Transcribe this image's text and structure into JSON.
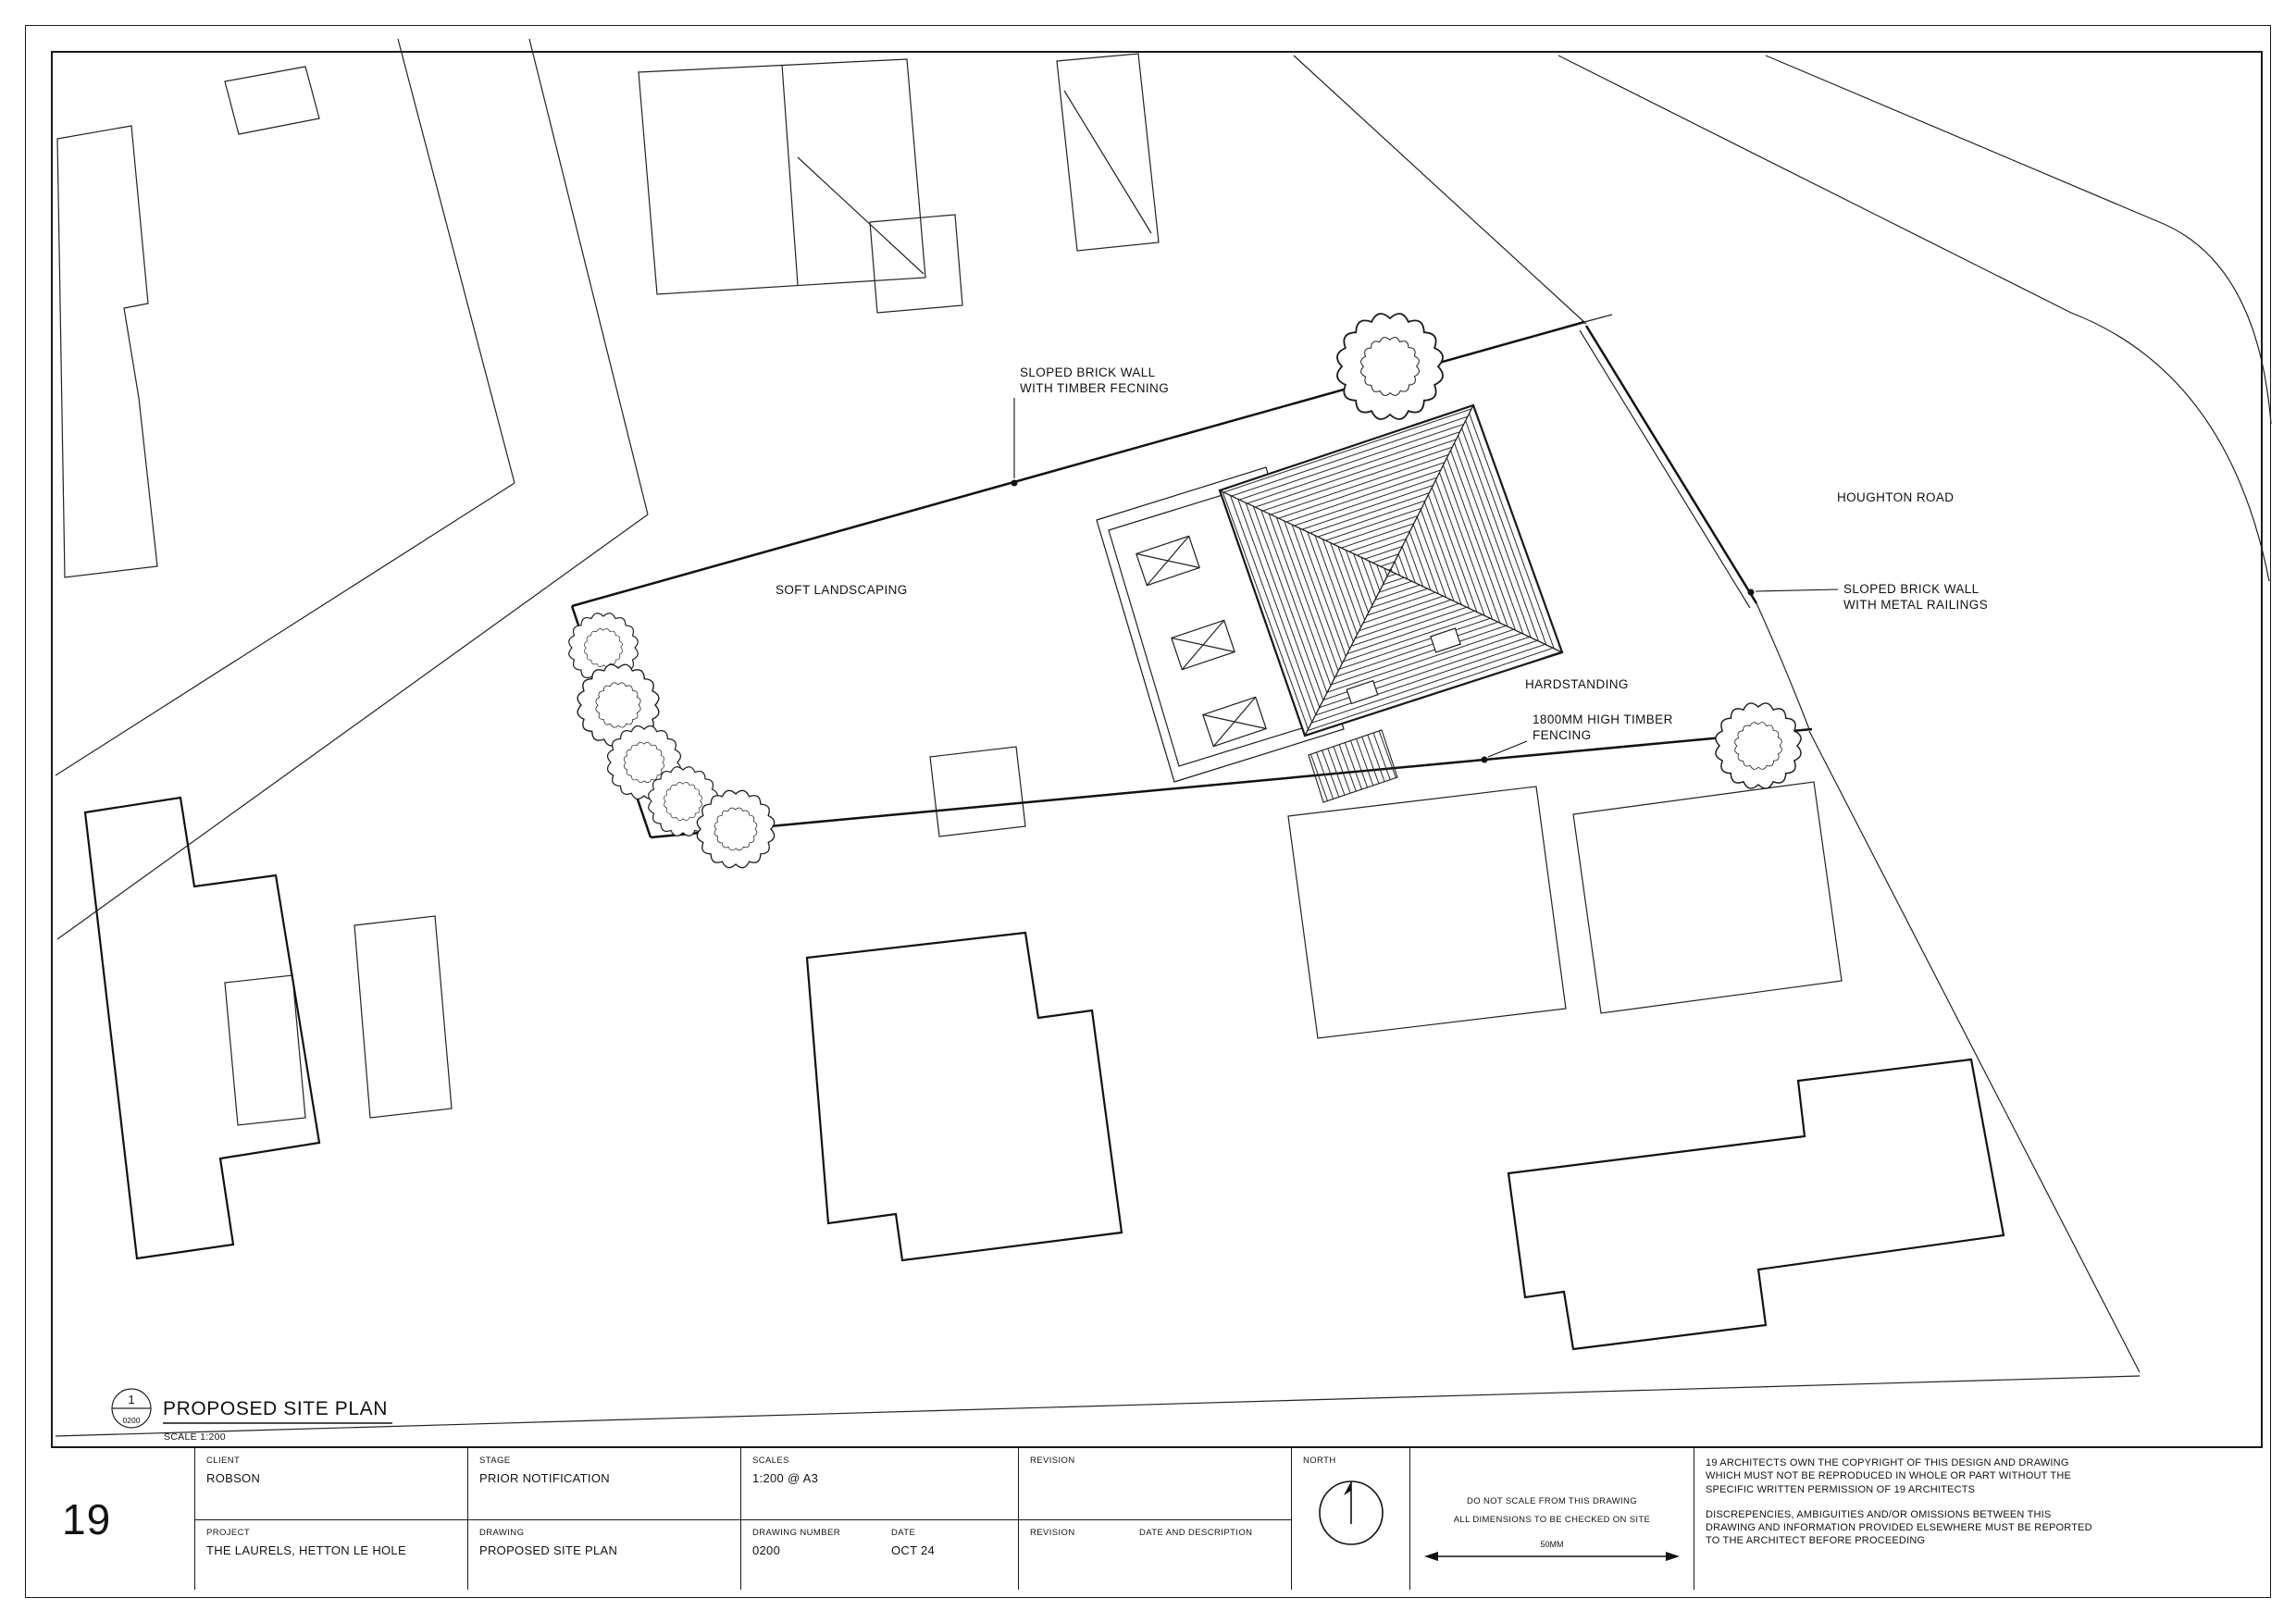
{
  "sheet": {
    "bg": "#ffffff",
    "ink": "#1c1c1c"
  },
  "plan": {
    "annotations": {
      "timber_wall_1": "SLOPED BRICK WALL",
      "timber_wall_2": "WITH TIMBER FECNING",
      "soft_landscaping": "SOFT LANDSCAPING",
      "houghton_road": "HOUGHTON ROAD",
      "metal_wall_1": "SLOPED BRICK WALL",
      "metal_wall_2": "WITH METAL RAILINGS",
      "hardstanding": "HARDSTANDING",
      "fencing_1": "1800MM HIGH TIMBER",
      "fencing_2": "FENCING"
    },
    "title": {
      "bubble_number": "1",
      "bubble_sheet": "0200",
      "text": "PROPOSED SITE PLAN",
      "scale": "SCALE 1:200"
    }
  },
  "titleblock": {
    "logo": "19",
    "client_label": "CLIENT",
    "client": "ROBSON",
    "project_label": "PROJECT",
    "project": "THE LAURELS, HETTON LE HOLE",
    "stage_label": "STAGE",
    "stage": "PRIOR NOTIFICATION",
    "drawing_label": "DRAWING",
    "drawing": "PROPOSED SITE PLAN",
    "scales_label": "SCALES",
    "scales": "1:200 @ A3",
    "drawing_number_label": "DRAWING NUMBER",
    "drawing_number": "0200",
    "date_label": "DATE",
    "date": "OCT 24",
    "revision_label": "REVISION",
    "revision_label2": "REVISION",
    "date_description_label": "DATE AND DESCRIPTION",
    "north_label": "NORTH",
    "note1": "DO NOT SCALE FROM THIS DRAWING",
    "note2": "ALL DIMENSIONS TO BE CHECKED ON SITE",
    "scalebar": "50MM",
    "copyright1_lines": [
      "19 ARCHITECTS OWN THE COPYRIGHT OF THIS DESIGN AND DRAWING",
      "WHICH MUST NOT BE REPRODUCED IN WHOLE OR PART WITHOUT THE",
      "SPECIFIC WRITTEN PERMISSION OF 19 ARCHITECTS"
    ],
    "copyright2_lines": [
      "DISCREPENCIES, AMBIGUITIES AND/OR OMISSIONS BETWEEN THIS",
      "DRAWING AND INFORMATION PROVIDED ELSEWHERE MUST BE REPORTED",
      "TO THE ARCHITECT BEFORE PROCEEDING"
    ]
  }
}
